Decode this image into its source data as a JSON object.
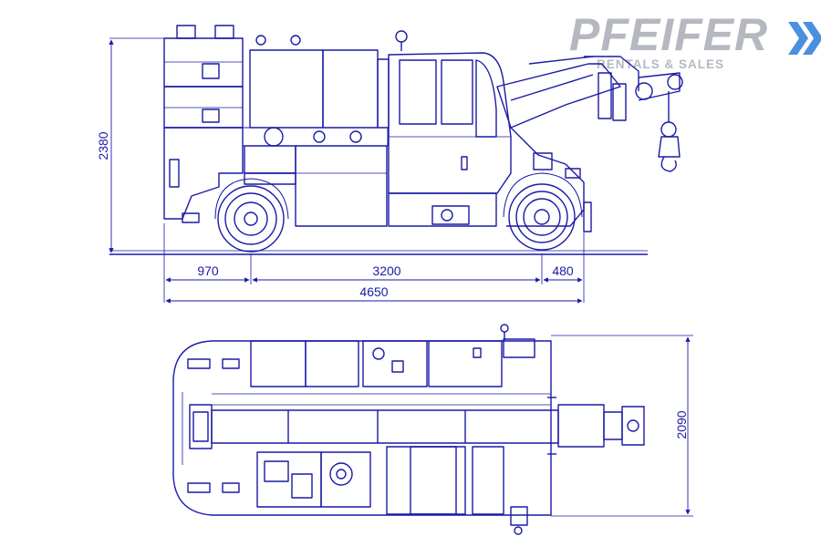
{
  "brand": {
    "name": "PFEIFER",
    "tagline": "RENTALS & SALES",
    "text_color": "#b5b8c0",
    "accent_color": "#4a8fe0"
  },
  "colors": {
    "line": "#1a1aa6",
    "background": "#ffffff"
  },
  "side_view": {
    "overall_height": "2380",
    "front_overhang": "970",
    "wheelbase": "3200",
    "rear_overhang": "480",
    "overall_length": "4650"
  },
  "top_view": {
    "overall_width": "2090"
  }
}
